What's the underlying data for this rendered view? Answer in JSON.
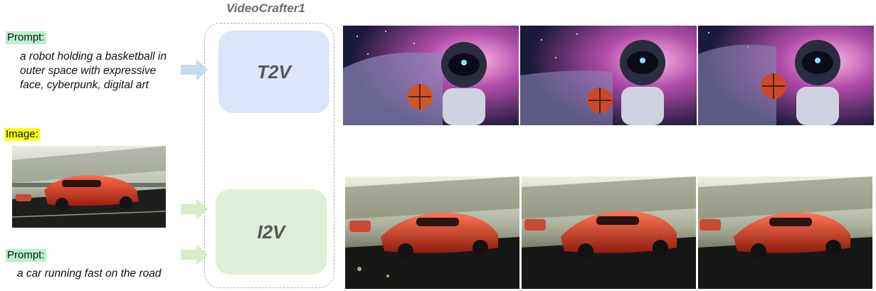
{
  "title": "VideoCrafter1",
  "t2v": {
    "prompt_label": "Prompt:",
    "prompt_lines": [
      "a robot holding a basketball in",
      "outer space with expressive",
      "face, cyberpunk, digital art"
    ],
    "model_label": "T2V",
    "colors": {
      "label_bg": "#b8f0cc",
      "box": "#dce6f8",
      "arrow": "#c9d9f4"
    }
  },
  "i2v": {
    "image_label": "Image:",
    "prompt_label": "Prompt:",
    "prompt_text": "a car running fast on the road",
    "model_label": "I2V",
    "colors": {
      "image_label_bg": "#ffff1a",
      "label_bg": "#b8f0cc",
      "box": "#dfeed6",
      "arrow": "#d6ecc8"
    }
  },
  "frames": {
    "robot": [
      {
        "name": "robot-frame-1"
      },
      {
        "name": "robot-frame-2"
      },
      {
        "name": "robot-frame-3"
      }
    ],
    "car": [
      {
        "name": "car-frame-1"
      },
      {
        "name": "car-frame-2"
      },
      {
        "name": "car-frame-3"
      }
    ]
  }
}
